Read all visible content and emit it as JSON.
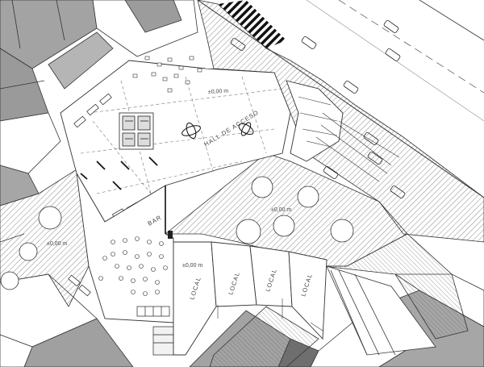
{
  "labels": {
    "hall": "HALL DE ACCESO",
    "bar": "BAR",
    "local": "LOCAL",
    "level": "±0,00 m"
  },
  "colors": {
    "line": "#333333",
    "hatch": "#555555",
    "grey_block": "#a0a0a0",
    "dark_block": "#6f6f6f",
    "light_block": "#dedede"
  }
}
